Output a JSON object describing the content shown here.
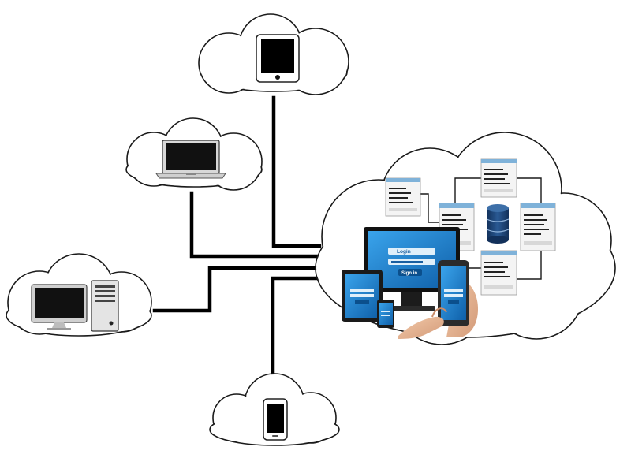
{
  "diagram": {
    "nodes": [
      {
        "id": "tablet",
        "icon": "tablet-icon"
      },
      {
        "id": "laptop",
        "icon": "laptop-icon"
      },
      {
        "id": "desktop",
        "icon": "desktop-tower-icon"
      },
      {
        "id": "phone",
        "icon": "smartphone-icon"
      },
      {
        "id": "cloud-services",
        "icon": "cloud-services-icon"
      }
    ],
    "edges": [
      {
        "from": "tablet",
        "to": "cloud-services"
      },
      {
        "from": "laptop",
        "to": "cloud-services"
      },
      {
        "from": "desktop",
        "to": "cloud-services"
      },
      {
        "from": "phone",
        "to": "cloud-services"
      }
    ]
  },
  "cloud_screen": {
    "login_label": "Login",
    "signin_label": "Sign in"
  },
  "colors": {
    "wire": "#000000",
    "screen_blue": "#1f8ad6",
    "screen_frame": "#111111",
    "database": "#1c3f6e",
    "form_header": "#7fb2d9"
  }
}
